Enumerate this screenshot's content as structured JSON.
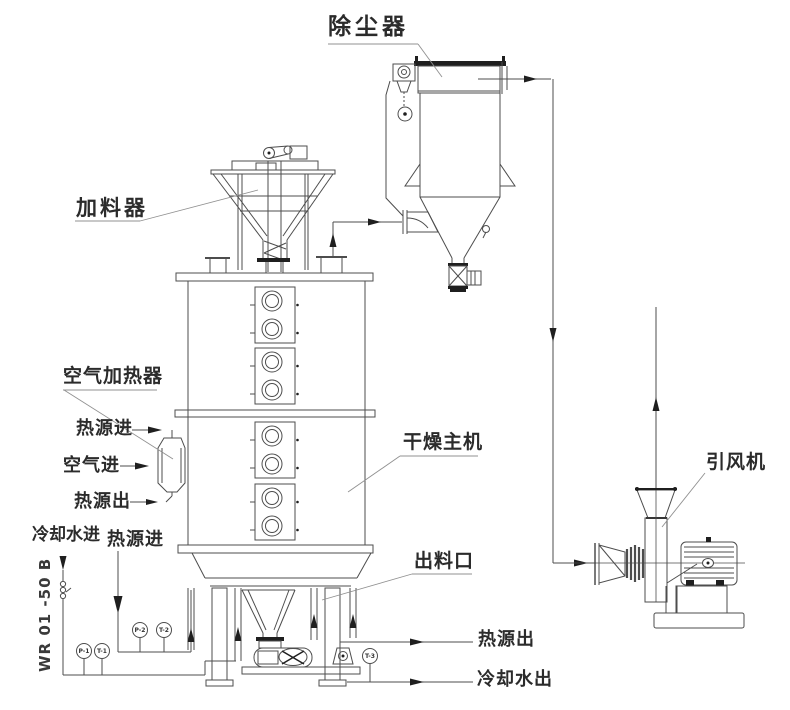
{
  "colors": {
    "line": "#4d4d4d",
    "dark": "#1f1f1f",
    "text": "#2b2b2b",
    "leader": "#909090",
    "background": "#ffffff"
  },
  "labels": {
    "dust_collector": "除尘器",
    "feeder": "加料器",
    "air_heater": "空气加热器",
    "heat_source_in_heater": "热源进",
    "air_in": "空气进",
    "heat_source_out_heater": "热源出",
    "cooling_water_in": "冷却水进",
    "heat_source_in_bottom": "热源进",
    "dryer_main_unit": "干燥主机",
    "discharge_port": "出料口",
    "induced_draft_fan": "引风机",
    "heat_source_out_bottom": "热源出",
    "cooling_water_out": "冷却水出",
    "model_code": "WR 01 -50 B"
  },
  "gauges": {
    "g1": "P-1",
    "g2": "T-1",
    "g3": "P-2",
    "g4": "T-2",
    "g5": "T-3"
  }
}
